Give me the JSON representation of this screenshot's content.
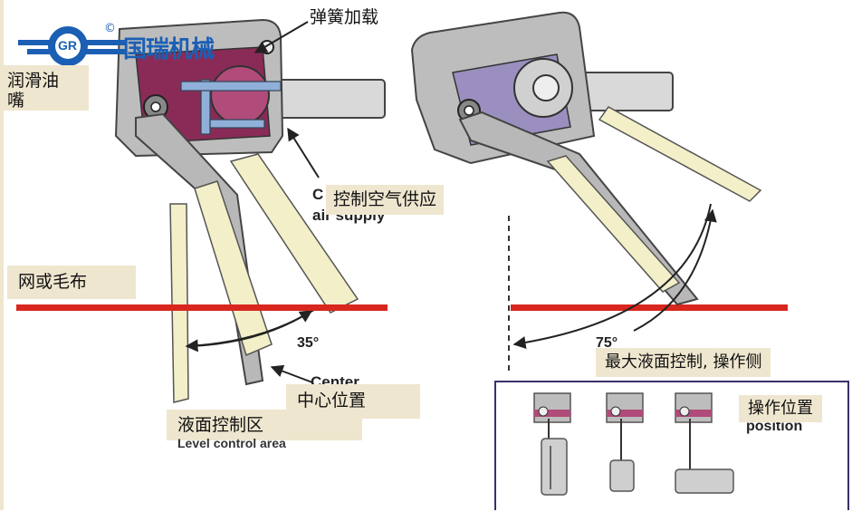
{
  "logo": {
    "initials": "GR",
    "brand": "国瑞机械",
    "copyright": "©"
  },
  "labels": {
    "spring_load": "弹簧加载",
    "lube_nipple_line1": "润滑油",
    "lube_nipple_line2": "嘴",
    "control_air": "控制空气供应",
    "control_air_en_1": "C",
    "control_air_en_2": "air supply",
    "wire_felt": "网或毛布",
    "angle_35": "35°",
    "center_en": "Center",
    "center_position": "中心位置",
    "level_control_area": "液面控制区",
    "level_control_en": "Level control area",
    "angle_75": "75°",
    "max_level_control": "最大液面控制, 操作侧",
    "operating_position": "操作位置",
    "operating_position_en": "position"
  },
  "colors": {
    "frame_gray": "#b4b4b4",
    "frame_dark": "#5a5a5a",
    "housing_magenta": "#8a2b57",
    "blade_cream": "#f3efc8",
    "line_red": "#d8271e",
    "label_bg": "#efe6cf",
    "logo_blue": "#1b5fb4",
    "inset_border": "#3a2f6b"
  }
}
